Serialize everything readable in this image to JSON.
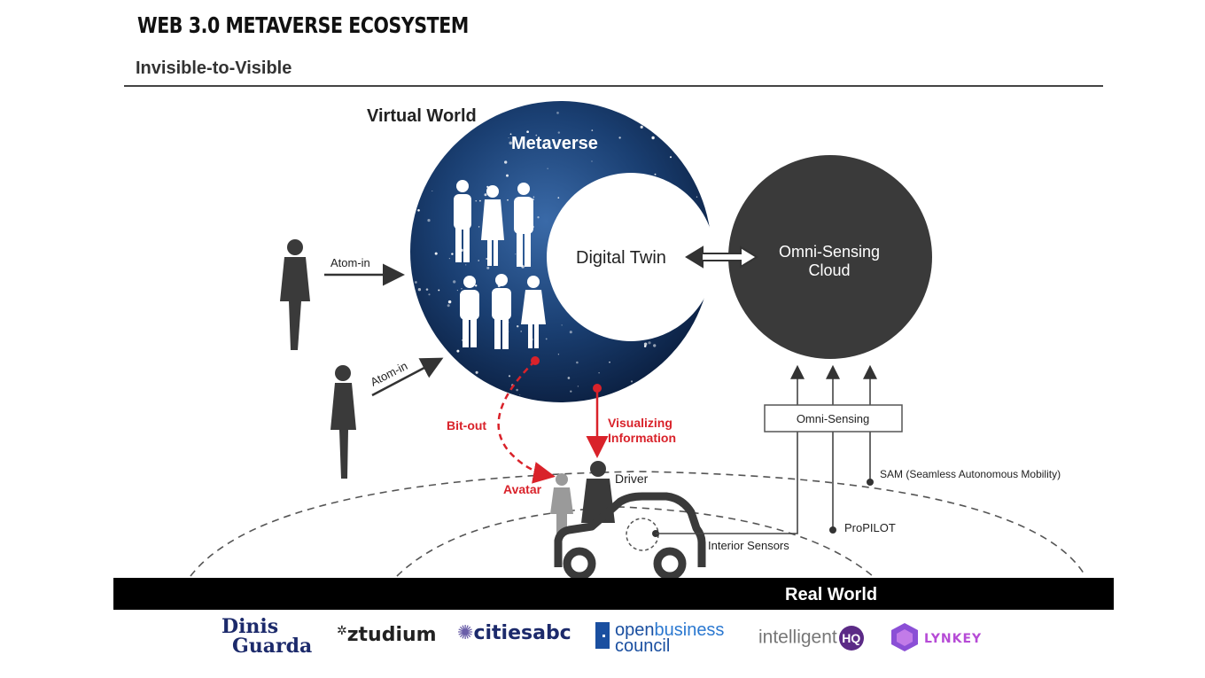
{
  "header": {
    "title": "WEB 3.0 METAVERSE ECOSYSTEM",
    "subtitle": "Invisible-to-Visible"
  },
  "diagram": {
    "virtual_world": "Virtual World",
    "metaverse": "Metaverse",
    "digital_twin": "Digital Twin",
    "omni_cloud_line1": "Omni-Sensing",
    "omni_cloud_line2": "Cloud",
    "atom_in_1": "Atom-in",
    "atom_in_2": "Atom-in",
    "bit_out": "Bit-out",
    "visualizing_line1": "Visualizing",
    "visualizing_line2": "Information",
    "avatar": "Avatar",
    "driver": "Driver",
    "omni_sensing_box": "Omni-Sensing",
    "sam": "SAM (Seamless Autonomous Mobility)",
    "propilot": "ProPILOT",
    "interior_sensors": "Interior Sensors",
    "real_world": "Real World"
  },
  "colors": {
    "accent_red": "#d9222a",
    "dark_gray": "#3a3a3a",
    "space_blue": "#0f2f5c"
  },
  "logos": {
    "dinis_line1": "Dinis",
    "dinis_line2": "Guarda",
    "ztudium": "ztudium",
    "citiesabc": "citiesabc",
    "obc_line1_a": "open",
    "obc_line1_b": "business",
    "obc_line2": "council",
    "ihq_text": "intelligent",
    "ihq_badge": "HQ",
    "lynkey": "LYNKEY"
  }
}
